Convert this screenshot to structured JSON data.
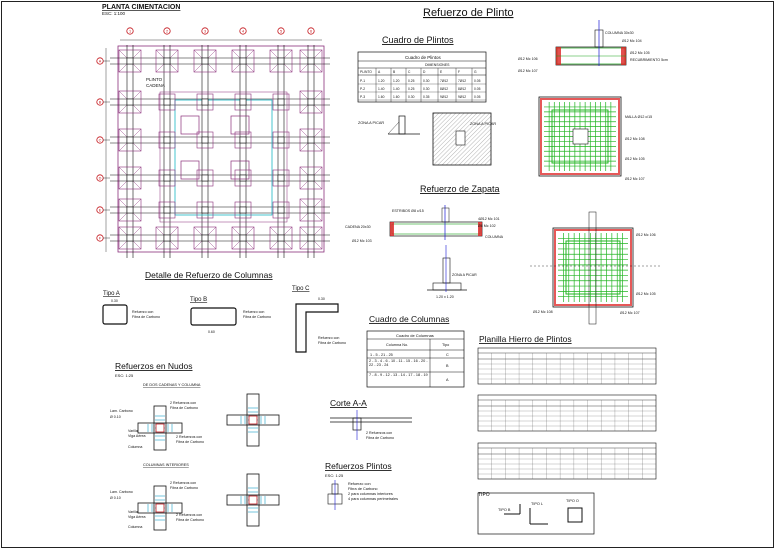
{
  "sheet_title": "PLANTA CIMENTACION",
  "sheet_title_scale": "ESC: 1:100",
  "main_title": "Refuerzo de Plinto",
  "plan_labels": {
    "plinto": "PLINTO",
    "cadena": "CADENA",
    "row_bubbles": [
      "A",
      "B",
      "C",
      "D",
      "E",
      "F"
    ],
    "col_bubbles": [
      "1",
      "2",
      "3",
      "4",
      "5",
      "6"
    ]
  },
  "cuadro_plintos": {
    "title": "Cuadro de Plintos",
    "table_title": "Cuadro de Plintos",
    "header_group": "DIMENSIONES",
    "col_headers": [
      "PLINTO",
      "A",
      "B",
      "C",
      "D",
      "E",
      "F",
      "G"
    ],
    "rows": [
      [
        "P-1",
        "1.20",
        "1.20",
        "0.25",
        "0.30",
        "7Ø12",
        "7Ø12",
        "0.05"
      ],
      [
        "P-2",
        "1.40",
        "1.40",
        "0.25",
        "0.30",
        "8Ø12",
        "8Ø12",
        "0.05"
      ],
      [
        "P-3",
        "1.60",
        "1.60",
        "0.30",
        "0.35",
        "9Ø12",
        "9Ø12",
        "0.05"
      ]
    ],
    "note_left": "ZONA A PICAR",
    "note_right": "ZONA A PICAR"
  },
  "refuerzo_zapata": {
    "title": "Refuerzo de Zapata",
    "labels": [
      "ESTRIBOS Ø8 c/15",
      "CADENA 20x30",
      "4Ø12 Mc 101",
      "Ø8 Mc 102",
      "Ø12 Mc 103",
      "COLUMNA",
      "ZONA A PICAR",
      "1.20 x 1.20"
    ]
  },
  "plinto_detail_labels": [
    "COLUMNA 30x30",
    "Ø12 Mc 104",
    "Ø12 Mc 105",
    "MALLA Ø12 c/15",
    "RECUBRIMIENTO 5cm",
    "Ø12 Mc 106",
    "Ø12 Mc 107",
    "Ø12 Mc 108"
  ],
  "columnas": {
    "title": "Detalle de Refuerzo de Columnas",
    "tipo_a": "Tipo A",
    "tipo_b": "Tipo B",
    "tipo_c": "Tipo C",
    "tipo_a_note": [
      "Refuerzo con",
      "Fibra de Carbono"
    ],
    "tipo_b_note": [
      "Refuerzo con",
      "Fibra de Carbono"
    ],
    "tipo_c_note": [
      "Refuerzo con",
      "Fibra de Carbono"
    ],
    "dims": [
      "0.30",
      "0.30",
      "0.60",
      "0.30"
    ]
  },
  "nudos": {
    "title": "Refuerzos en Nudos",
    "subtitle": "ESC: 1:25",
    "sub1": "DE DOS CADENAS Y COLUMNA",
    "sub2": "COLUMNAS INTERIORES",
    "labels": [
      "Lam. Carbono",
      "Ø 0.10",
      "Varilla",
      "Viga Aérea",
      "Columna",
      "2 Refuerzos con",
      "Fibra de Carbono"
    ]
  },
  "cuadro_columnas": {
    "title": "Cuadro de Columnas",
    "table_title": "Cuadro de Columnas",
    "col_headers": [
      "Columna No.",
      "Tipo"
    ],
    "rows": [
      [
        "1 - 5 - 21 - 25",
        "C"
      ],
      [
        "2 - 3 - 4 - 6 - 10 - 11 - 15 - 16 - 20 - 22 - 23 - 24",
        "B"
      ],
      [
        "7 - 8 - 9 - 12 - 13 - 14 - 17 - 18 - 19",
        "A"
      ]
    ]
  },
  "corte": {
    "title": "Corte A-A",
    "labels": [
      "2 Refuerzos con",
      "Fibra de Carbono"
    ]
  },
  "refuerzos_plintos": {
    "title": "Refuerzos Plintos",
    "subtitle": "ESC: 1:25",
    "labels": [
      "Refuerzo con",
      "Fibra de Carbono",
      "2 para columnas interiores",
      "4 para columnas perimetrales"
    ]
  },
  "planilla": {
    "title": "Planilla Hierro de Plintos",
    "tables": 3,
    "rows_per_table": 5
  },
  "tipos_box": {
    "title": "TIPO",
    "items": [
      "TIPO B",
      "TIPO L",
      "TIPO O"
    ]
  }
}
